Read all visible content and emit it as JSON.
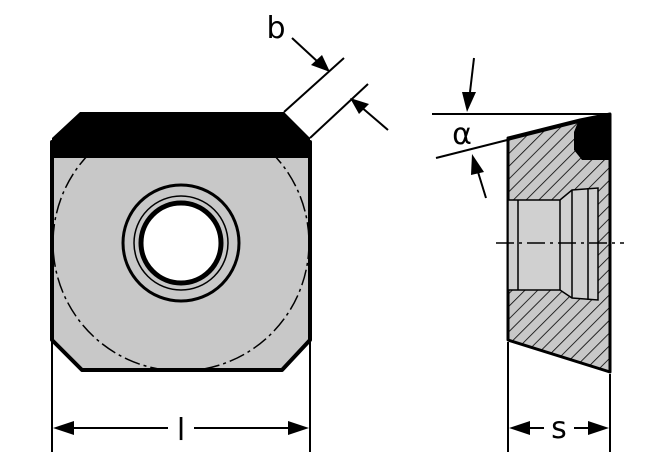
{
  "labels": {
    "length": "l",
    "chamfer_width": "b",
    "clearance_angle": "α",
    "thickness": "s"
  },
  "colors": {
    "line": "#000000",
    "insert_fill": "#c8c8c8",
    "background": "#ffffff"
  }
}
